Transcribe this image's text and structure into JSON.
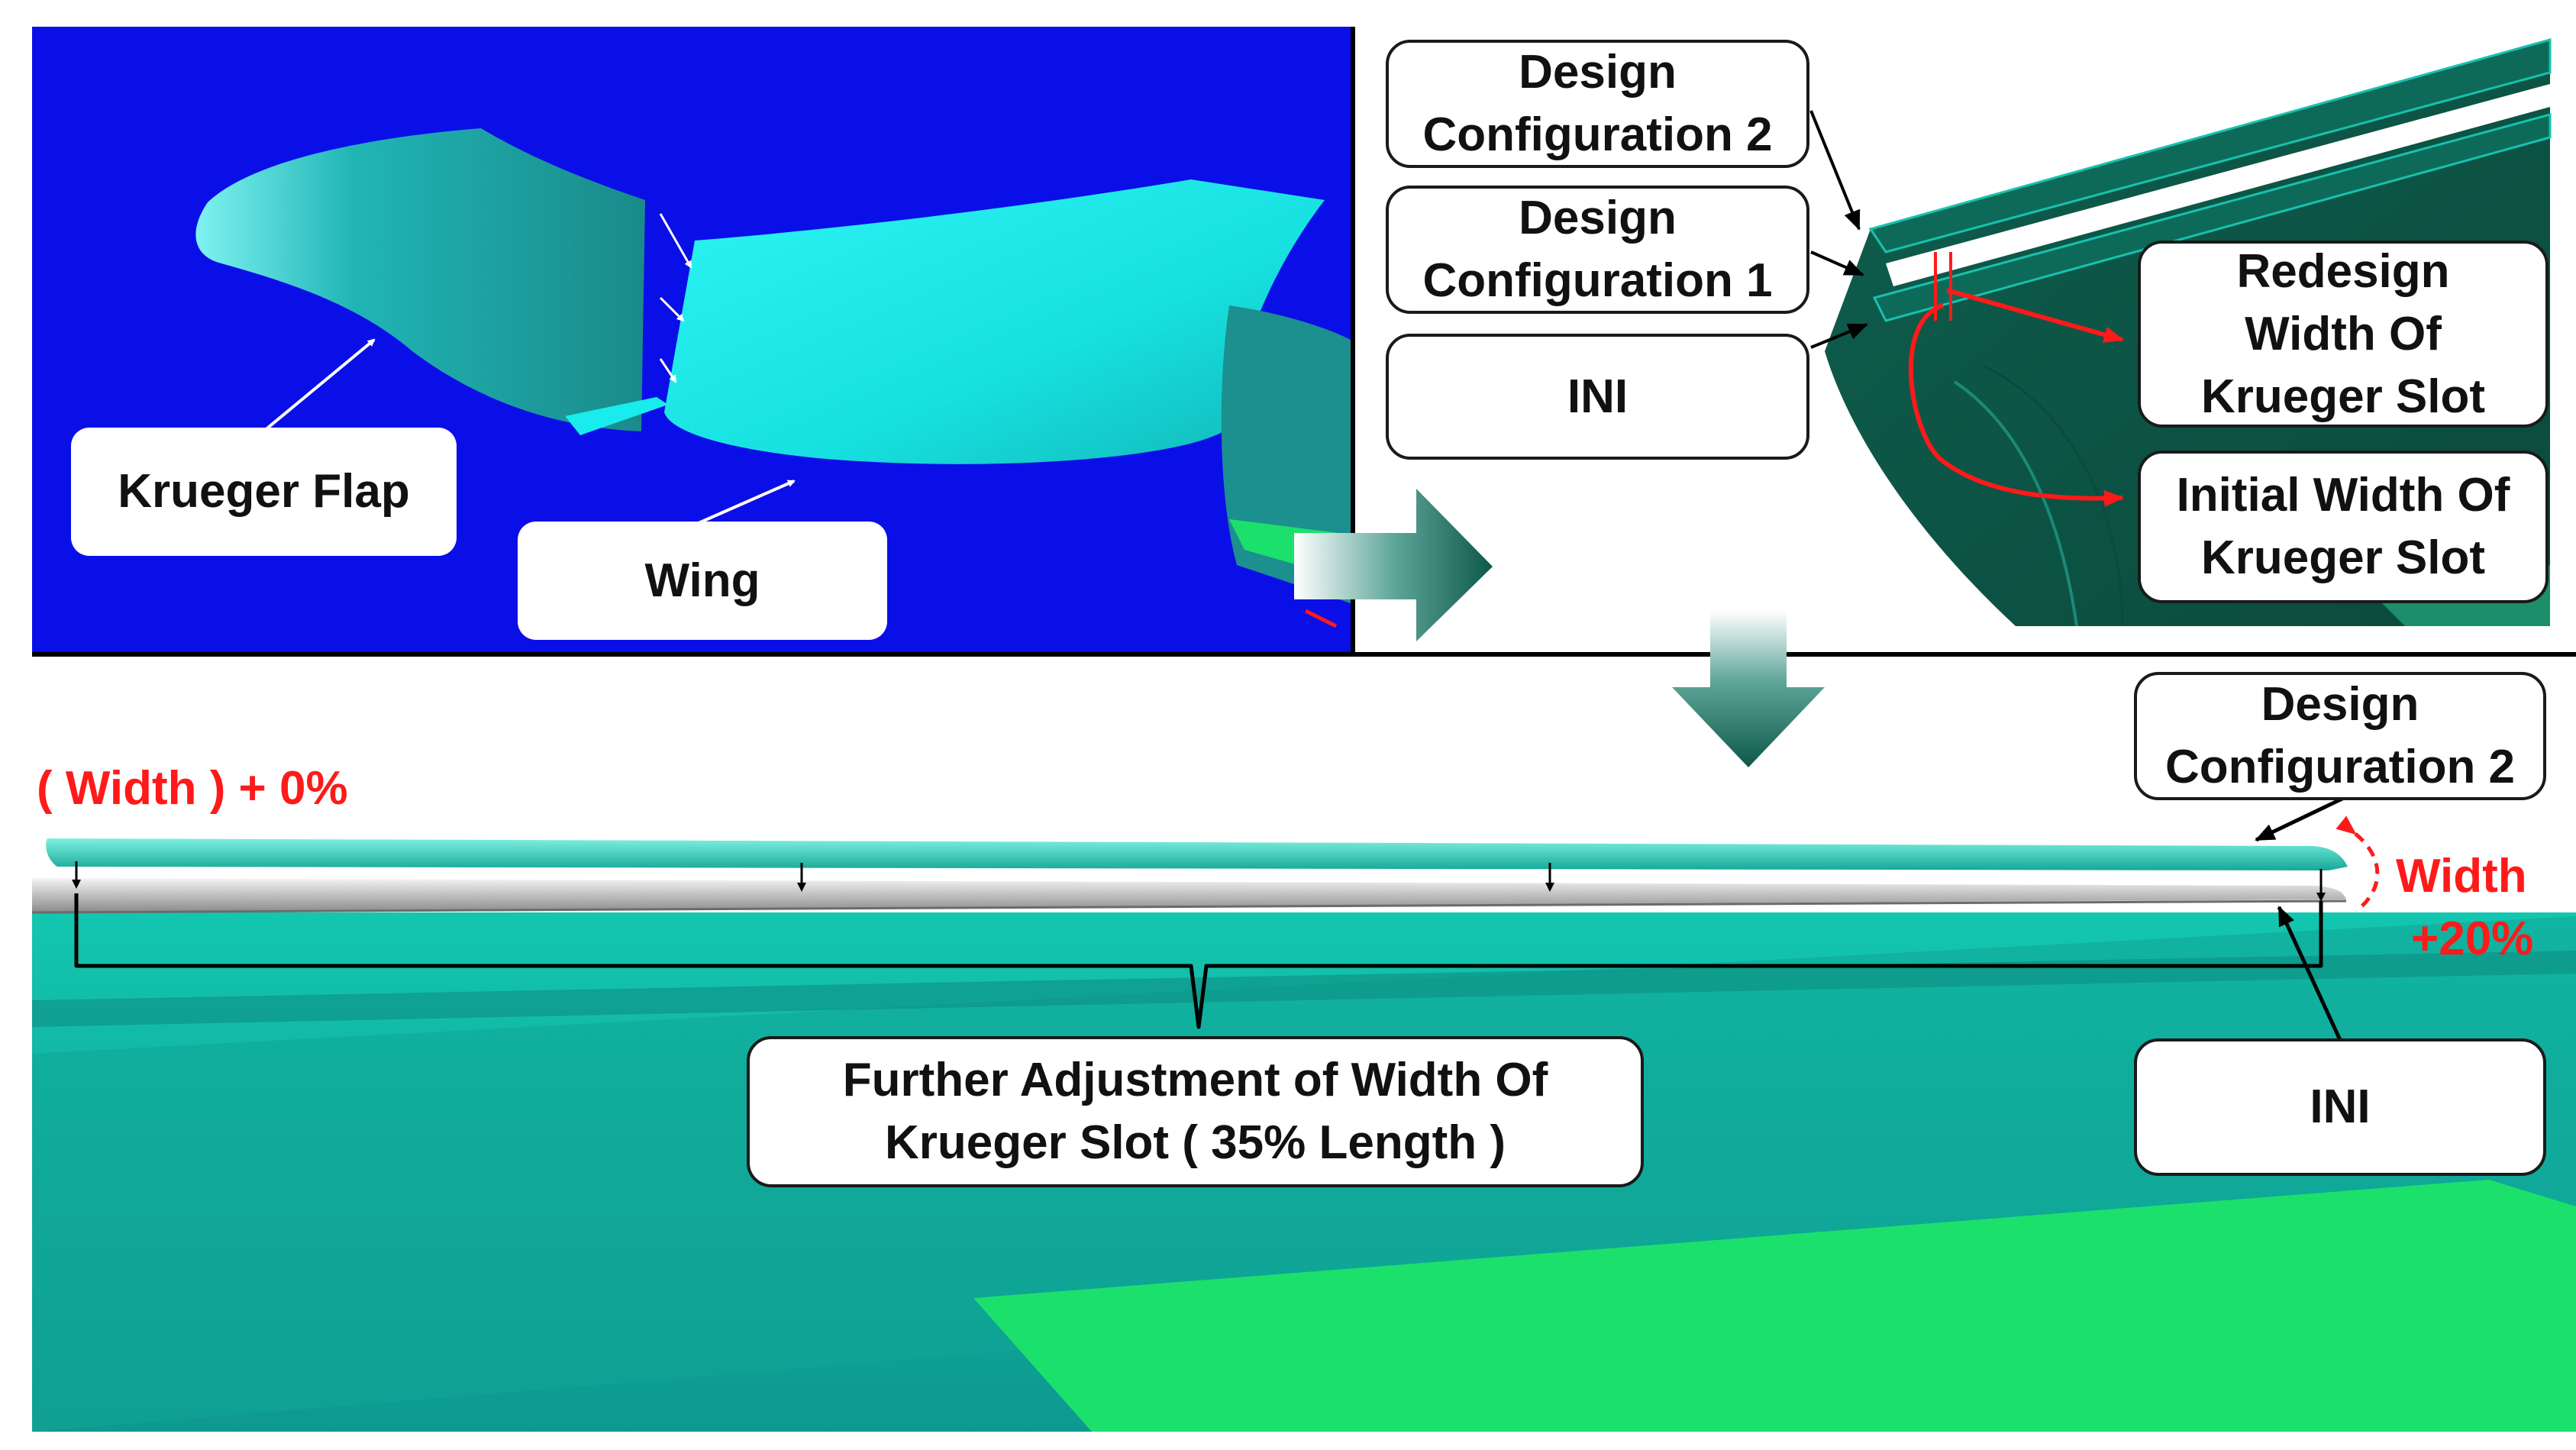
{
  "colors": {
    "background_blue": "#0a0fe8",
    "wing_cyan": "#19ecec",
    "flap_teal": "#1c8f8f",
    "dark_green": "#0d5848",
    "surface_teal": "#10b5a5",
    "bright_green": "#1ce06c",
    "annotation_red": "#ff1a1a",
    "outline_black": "#1a1a1a"
  },
  "panel_top_left": {
    "label_krueger_flap": "Krueger Flap",
    "label_wing": "Wing"
  },
  "panel_top_right": {
    "design_config_2": [
      "Design",
      "Configuration 2"
    ],
    "design_config_1": [
      "Design",
      "Configuration 1"
    ],
    "ini": "INI",
    "redesign_width": [
      "Redesign",
      "Width Of",
      "Krueger Slot"
    ],
    "initial_width": [
      "Initial Width Of",
      "Krueger Slot"
    ]
  },
  "panel_bottom": {
    "width_zero": "( Width ) + 0%",
    "design_config_2": [
      "Design",
      "Configuration 2"
    ],
    "width_twenty_line1": "Width",
    "width_twenty_line2": "+20%",
    "further_adjustment": [
      "Further Adjustment of Width Of",
      "Krueger Slot ( 35% Length )"
    ],
    "ini": "INI"
  }
}
